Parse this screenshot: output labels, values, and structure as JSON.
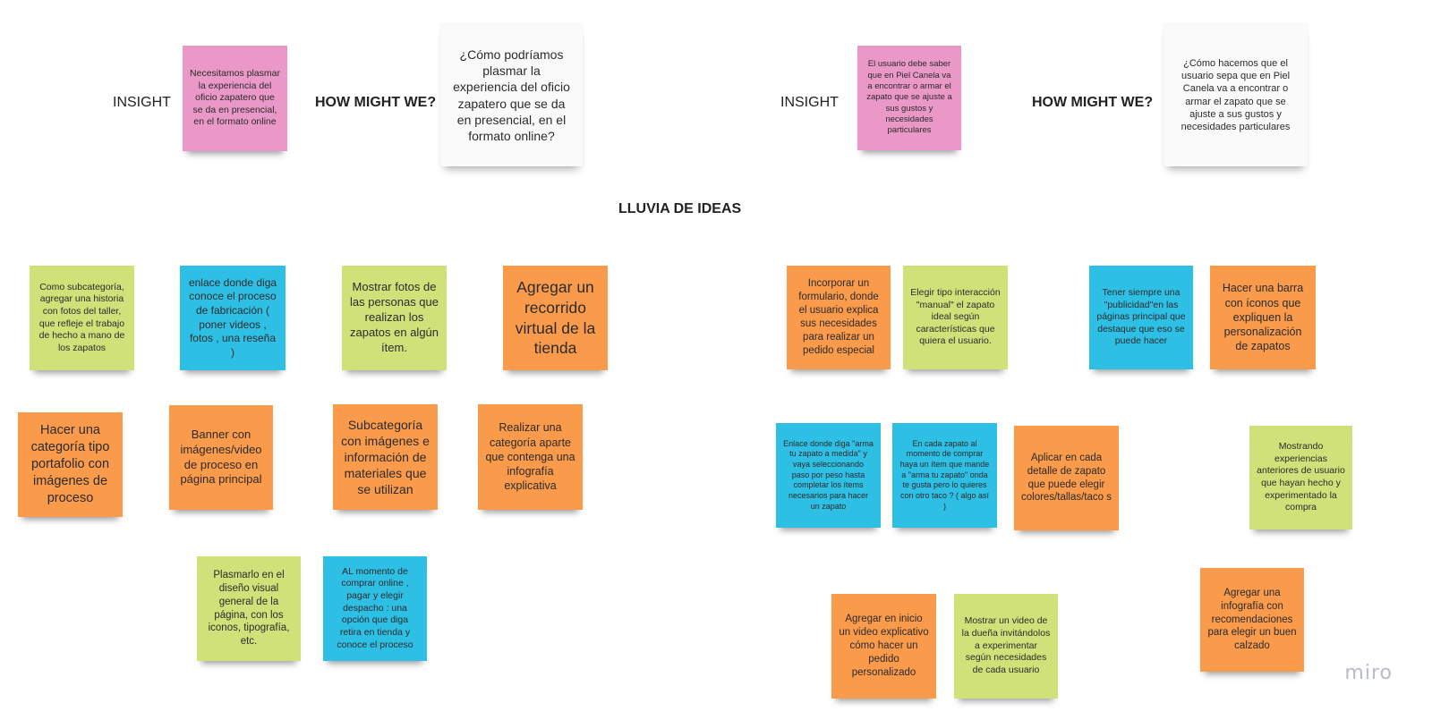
{
  "left": {
    "insight_label": "INSIGHT",
    "hmw_label": "HOW MIGHT WE?",
    "insight_note": "Necesitamos plasmar la experiencia del oficio zapatero que se da en presencial, en el formato online",
    "hmw_note": "¿Cómo podríamos plasmar la experiencia del oficio zapatero que se da en presencial, en el formato online?"
  },
  "right": {
    "insight_label": "INSIGHT",
    "hmw_label": "HOW MIGHT WE?",
    "insight_note": "El usuario debe saber que en Piel Canela va a encontrar o armar el zapato que se ajuste a sus gustos y necesidades particulares",
    "hmw_note": "¿Cómo hacemos que el usuario sepa que en Piel Canela va a encontrar o armar el zapato que se ajuste a sus gustos y necesidades particulares"
  },
  "brainstorm_title": "LLUVIA DE IDEAS",
  "ideas": {
    "a1": "Como subcategoría, agregar una historia con fotos del taller, que refleje el trabajo de hecho a mano de los zapatos",
    "a2": "enlace donde diga conoce el proceso de fabricación ( poner videos , fotos , una reseña )",
    "a3": "Mostrar fotos de las personas que realizan los zapatos en algún ítem.",
    "a4": "Agregar un recorrido virtual de la tienda",
    "b1": "Hacer una categoría tipo portafolio con imágenes de proceso",
    "b2": "Banner con imágenes/video de proceso en página principal",
    "b3": "Subcategoría con imágenes e información de materiales que se utilizan",
    "b4": "Realizar una categoría aparte que contenga una infografía explicativa",
    "c1": "Plasmarlo en el diseño visual general de la página, con los iconos, tipografía, etc.",
    "c2": "AL momento de comprar online , pagar y elegir despacho : una opción que diga retira en tienda y conoce el proceso",
    "d1": "Incorporar un formulario, donde el usuario explica sus necesidades para realizar un pedido especial",
    "d2": "Elegir tipo interacción \"manual\" el zapato ideal según características que quiera el usuario.",
    "d3": "Tener siempre una \"publicidad\"en las páginas principal que destaque que eso se puede hacer",
    "d4": "Hacer una barra con íconos que expliquen la personalización de zapatos",
    "e1": "Enlace donde diga \"arma tu zapato a medida\" y vaya seleccionando paso por peso hasta completar los ítems necesarios para hacer un zapato",
    "e2": "En cada zapato al momento de comprar haya un ítem que mande a \"arma tu zapato\" onda te gusta pero lo quieres con otro taco ? ( algo así )",
    "e3": "Aplicar en cada detalle de zapato que puede elegir colores/tallas/taco s",
    "e4": "Mostrando experiencias anteriores de usuario que hayan hecho y experimentado la compra",
    "f1": "Agregar en inicio un video explicativo cómo hacer un pedido personalizado",
    "f2": "Mostrar un video de la dueña invitándolos a experimentar según necesidades de cada usuario",
    "f3": "Agregar una infografía con recomendaciones para elegir un buen calzado"
  },
  "watermark": "miro",
  "colors": {
    "pink": "#ea98c7",
    "green": "#d0e17a",
    "blue": "#2ebfe5",
    "orange": "#fa9a4b",
    "white": "#fafafa"
  }
}
